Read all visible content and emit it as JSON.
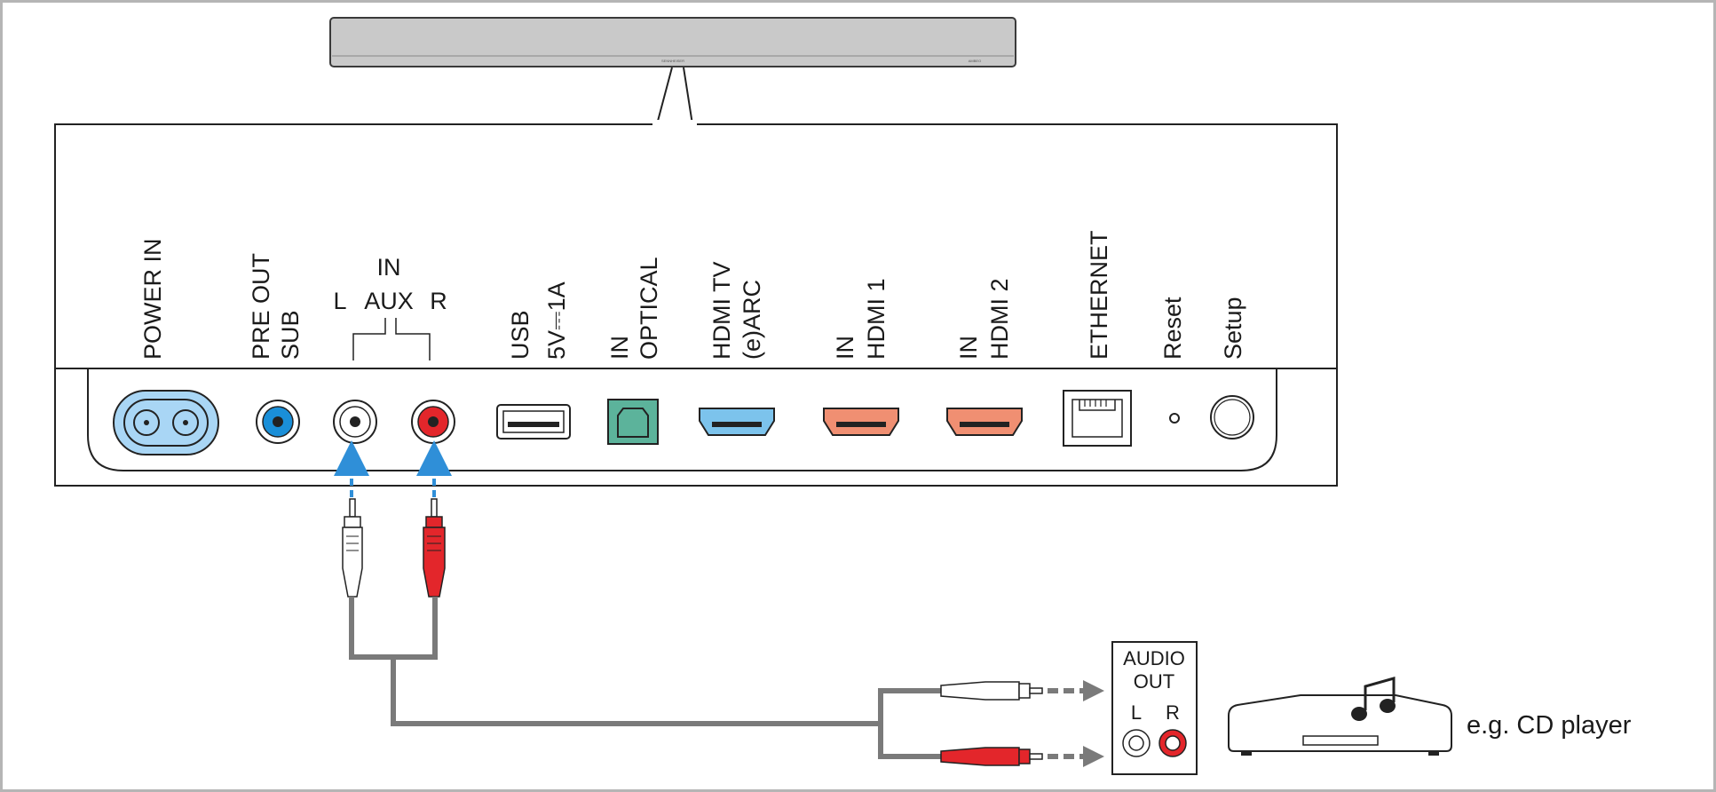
{
  "soundbar": {
    "brand": "SENNHEISER",
    "model": "AMBEO"
  },
  "panel_labels": {
    "power_in": "POWER IN",
    "pre_out_sub_line1": "PRE OUT",
    "pre_out_sub_line2": "SUB",
    "aux_in": "IN",
    "aux_l": "L",
    "aux": "AUX",
    "aux_r": "R",
    "usb_line1": "USB",
    "usb_line2": "5V⎓1A",
    "optical_line1": "IN",
    "optical_line2": "OPTICAL",
    "hdmi_tv_line1": "HDMI TV",
    "hdmi_tv_line2": "(e)ARC",
    "hdmi1_line1": "IN",
    "hdmi1_line2": "HDMI 1",
    "hdmi2_line1": "IN",
    "hdmi2_line2": "HDMI 2",
    "ethernet": "ETHERNET",
    "reset": "Reset",
    "setup": "Setup"
  },
  "source_device": {
    "audio_out_line1": "AUDIO",
    "audio_out_line2": "OUT",
    "l": "L",
    "r": "R",
    "caption": "e.g. CD player"
  },
  "colors": {
    "power": "#a9d6f5",
    "sub": "#1a8fd8",
    "aux_l": "#ffffff",
    "aux_r": "#e3262b",
    "optical": "#5cb39b",
    "hdmi_tv": "#7cc3ec",
    "hdmi_in": "#f08f72",
    "cable": "#7a7a7a",
    "arrow_blue": "#2f8fd8"
  }
}
